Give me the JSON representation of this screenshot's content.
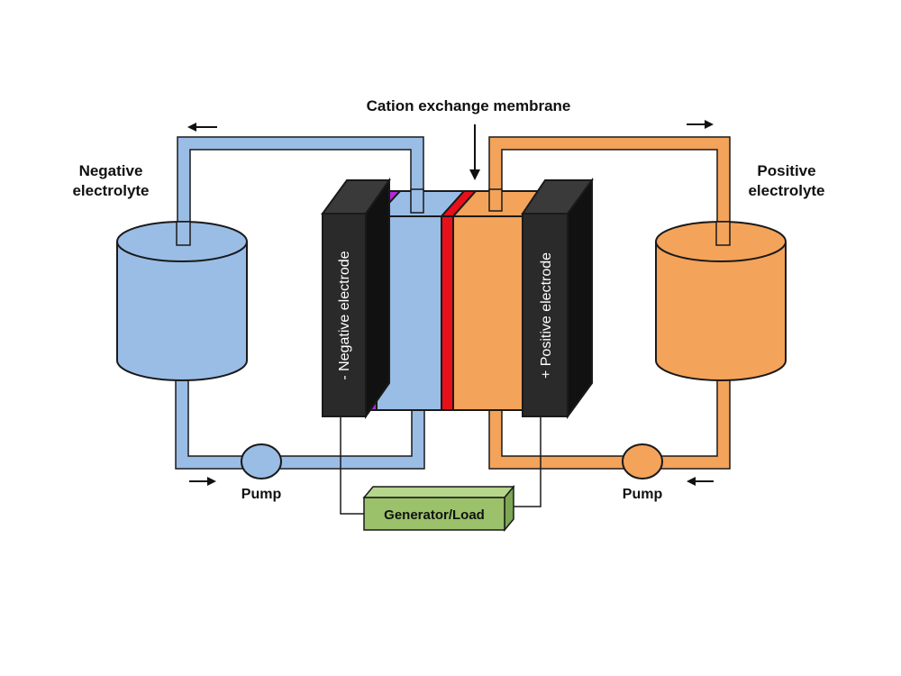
{
  "labels": {
    "membrane": "Cation exchange membrane",
    "negative_electrolyte_line1": "Negative",
    "negative_electrolyte_line2": "electrolyte",
    "positive_electrolyte_line1": "Positive",
    "positive_electrolyte_line2": "electrolyte",
    "negative_electrode": "- Negative electrode",
    "positive_electrode": "+ Positive electrode",
    "pump_left": "Pump",
    "pump_right": "Pump",
    "generator": "Generator/Load"
  },
  "colors": {
    "negative_fill": "#9abde6",
    "positive_fill": "#f4a35a",
    "electrode": "#2a2a2a",
    "membrane_red": "#e8101a",
    "negative_accent": "#b02ad8",
    "generator": "#9bc16a"
  },
  "icons": {
    "flow_arrow": "arrow-icon"
  }
}
